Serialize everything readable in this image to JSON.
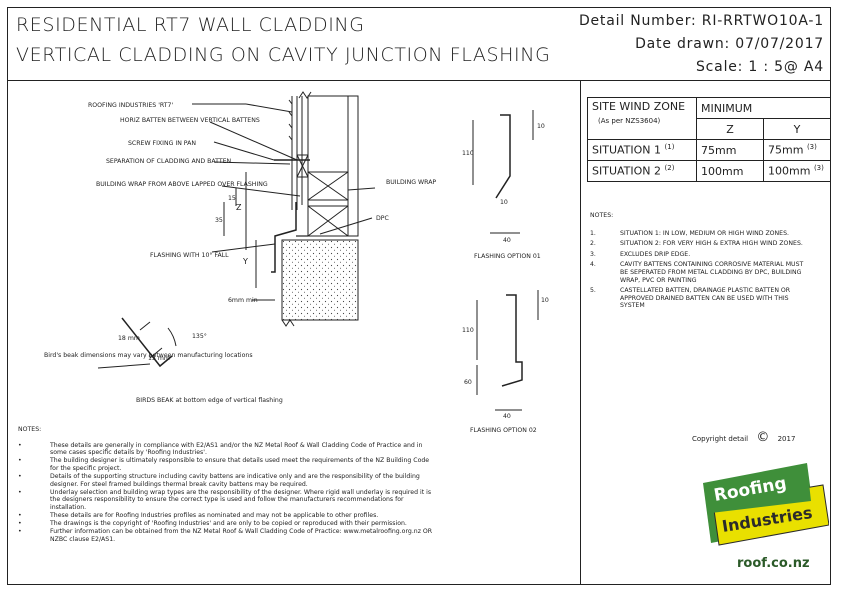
{
  "title": {
    "line1": "RESIDENTIAL RT7 WALL CLADDING",
    "line2": "VERTICAL CLADDING ON CAVITY JUNCTION FLASHING"
  },
  "header": {
    "detail_number": "Detail Number:  RI-RRTWO10A-1",
    "date_drawn": "Date drawn:  07/07/2017",
    "scale": "Scale:    1 : 5@ A4"
  },
  "wind_table": {
    "col1_header": "SITE WIND ZONE",
    "col1_sub": "(As per NZS3604)",
    "minimum": "MINIMUM",
    "z": "Z",
    "y": "Y",
    "rows": [
      {
        "label": "SITUATION 1",
        "sup": "(1)",
        "z": "75mm",
        "y": "75mm",
        "ysup": "(3)"
      },
      {
        "label": "SITUATION 2",
        "sup": "(2)",
        "z": "100mm",
        "y": "100mm",
        "ysup": "(3)"
      }
    ]
  },
  "notes_right": {
    "heading": "NOTES:",
    "items": [
      {
        "num": "1.",
        "text": "SITUATION 1: IN LOW, MEDIUM OR HIGH WIND ZONES."
      },
      {
        "num": "2.",
        "text": "SITUATION 2: FOR VERY HIGH & EXTRA HIGH WIND ZONES."
      },
      {
        "num": "3.",
        "text": "EXCLUDES DRIP EDGE."
      },
      {
        "num": "4.",
        "text": "CAVITY BATTENS CONTAINING CORROSIVE MATERIAL MUST BE SEPERATED FROM METAL CLADDING BY DPC, BUILDING WRAP, PVC OR PAINTING"
      },
      {
        "num": "5.",
        "text": "CASTELLATED BATTEN, DRAINAGE PLASTIC BATTEN OR APPROVED DRAINED BATTEN CAN BE USED WITH THIS SYSTEM"
      }
    ]
  },
  "notes_left": {
    "heading": "NOTES:",
    "items": [
      "These details are generally in compliance with E2/AS1 and/or the NZ Metal Roof & Wall Cladding Code of Practice and in some cases specific details by 'Roofing Industries'.",
      "The building designer is ultimately responsible to ensure that details used meet the requirements of the NZ Building Code for the specific project.",
      "Details of the supporting structure including cavity battens are indicative only and are the responsibility of the building designer. For steel framed buildings thermal break cavity battens may be required.",
      "Underlay selection and building wrap types are the responsibility of the designer. Where rigid wall underlay is required it is the designers responsibility to ensure the correct type is used and follow the manufacturers recommendations for installation.",
      "These details are for Roofing Industries profiles as nominated and may not be applicable to other profiles.",
      "The drawings is the copyright of 'Roofing Industries' and are only to be copied or reproduced with their permission.",
      "Further information can be obtained from the NZ Metal Roof & Wall Cladding Code of Practice: www.metalroofing.org.nz OR NZBC clause E2/AS1."
    ]
  },
  "copyright": "Copyright detail",
  "copyright_symbol": "©",
  "copyright_year": "2017",
  "logo": {
    "line1": "Roofing",
    "line2": "Industries",
    "url": "roof.co.nz",
    "green": "#3f8f3a",
    "yellow": "#e9e000"
  },
  "drawing_labels": {
    "roofing_industries_rt7": "ROOFING INDUSTRIES 'RT7'",
    "horiz_batten": "HORIZ BATTEN BETWEEN VERTICAL BATTENS",
    "screw_fixing": "SCREW FIXING IN PAN",
    "separation": "SEPARATION OF CLADDING AND BATTEN",
    "building_wrap_above": "BUILDING WRAP FROM ABOVE LAPPED OVER FLASHING",
    "building_wrap": "BUILDING WRAP",
    "dpc": "DPC",
    "flashing_fall": "FLASHING WITH 10° FALL",
    "mm6": "6mm min",
    "z": "Z",
    "y": "Y",
    "d35": "35",
    "d15": "15",
    "bird_note": "Bird's beak dimensions may vary between manufacturing locations",
    "birds_beak": "BIRDS BEAK at bottom edge of vertical flashing",
    "d18": "18 mm",
    "d13": "13 mm",
    "angle135": "135°",
    "opt1": "FLASHING OPTION 01",
    "opt2": "FLASHING OPTION 02",
    "d10a": "10",
    "d110a": "110",
    "d10b": "10",
    "d40a": "40",
    "d10c": "10",
    "d110b": "110",
    "d60": "60",
    "d40b": "40"
  }
}
